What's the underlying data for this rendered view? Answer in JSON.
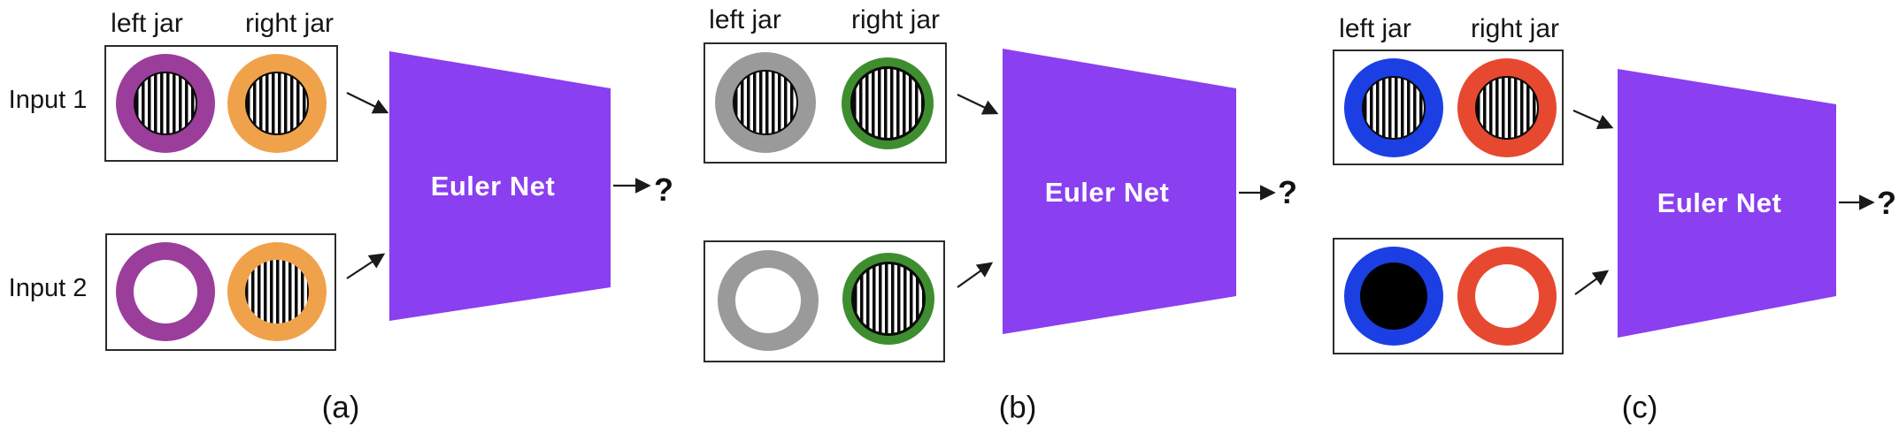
{
  "colors": {
    "ring_purple": "#9B3D9B",
    "ring_orange": "#F0A24B",
    "ring_gray": "#9A9A9A",
    "ring_green": "#3E8E30",
    "ring_blue": "#1C3FE4",
    "ring_red": "#E6492F",
    "network_violet": "#8A3FF0",
    "stripe_black": "#0A0A0A"
  },
  "panels": [
    {
      "caption": "(a)",
      "left_jar_label": "left jar",
      "right_jar_label": "right jar",
      "input1_label": "Input 1",
      "input2_label": "Input 2",
      "network_label": "Euler Net",
      "output_label": "?",
      "inputs": [
        {
          "left_jar": {
            "ring": "purple",
            "content": "vertical-stripes"
          },
          "right_jar": {
            "ring": "orange",
            "content": "vertical-stripes"
          }
        },
        {
          "left_jar": {
            "ring": "purple",
            "content": "empty"
          },
          "right_jar": {
            "ring": "orange",
            "content": "vertical-stripes"
          }
        }
      ]
    },
    {
      "caption": "(b)",
      "left_jar_label": "left jar",
      "right_jar_label": "right jar",
      "network_label": "Euler Net",
      "output_label": "?",
      "inputs": [
        {
          "left_jar": {
            "ring": "gray",
            "content": "vertical-stripes"
          },
          "right_jar": {
            "ring": "green",
            "content": "vertical-stripes"
          }
        },
        {
          "left_jar": {
            "ring": "gray",
            "content": "empty"
          },
          "right_jar": {
            "ring": "green",
            "content": "vertical-stripes"
          }
        }
      ]
    },
    {
      "caption": "(c)",
      "left_jar_label": "left jar",
      "right_jar_label": "right jar",
      "network_label": "Euler Net",
      "output_label": "?",
      "inputs": [
        {
          "left_jar": {
            "ring": "blue",
            "content": "vertical-stripes"
          },
          "right_jar": {
            "ring": "red",
            "content": "vertical-stripes"
          }
        },
        {
          "left_jar": {
            "ring": "blue",
            "content": "solid-black"
          },
          "right_jar": {
            "ring": "red",
            "content": "empty"
          }
        }
      ]
    }
  ]
}
